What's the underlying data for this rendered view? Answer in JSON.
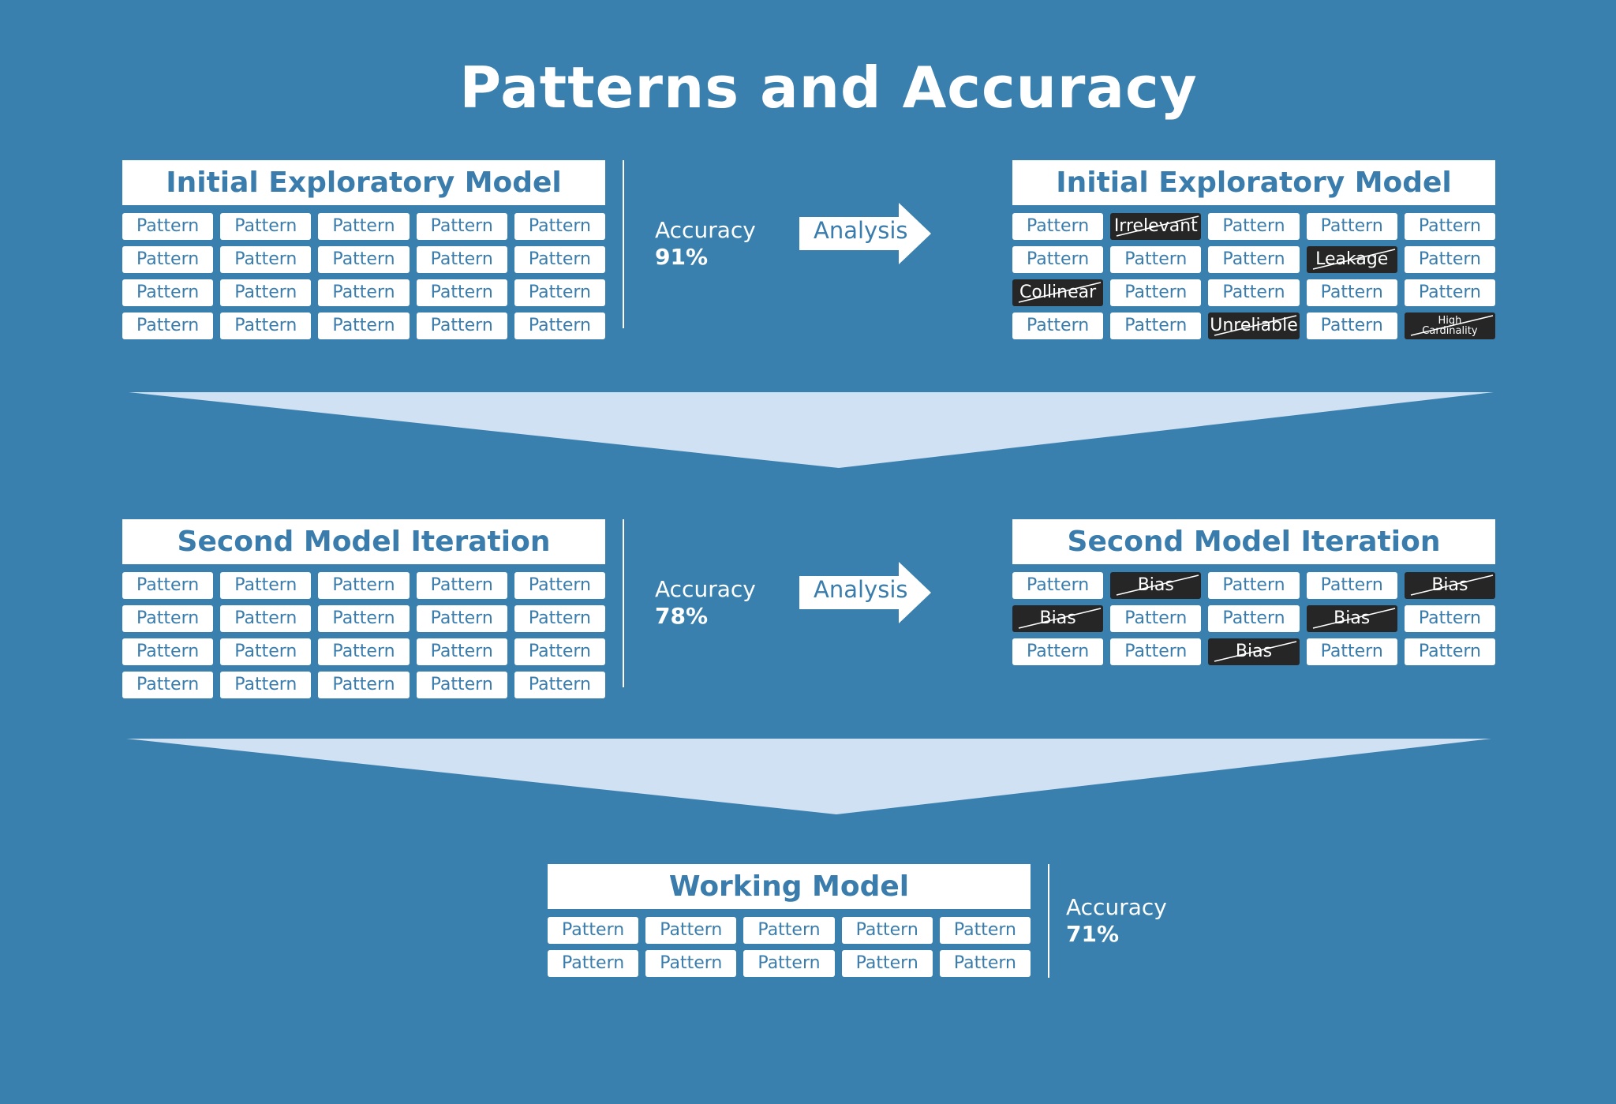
{
  "title": "Patterns and Accuracy",
  "colors": {
    "background": "#3980AE",
    "panel": "#FFFFFF",
    "text_blue": "#3A7DAD",
    "flagged": "#262626",
    "funnel": "#D0E1F3"
  },
  "rows": [
    {
      "left": {
        "title": "Initial Exploratory Model",
        "grid": [
          [
            "Pattern",
            "Pattern",
            "Pattern",
            "Pattern",
            "Pattern"
          ],
          [
            "Pattern",
            "Pattern",
            "Pattern",
            "Pattern",
            "Pattern"
          ],
          [
            "Pattern",
            "Pattern",
            "Pattern",
            "Pattern",
            "Pattern"
          ],
          [
            "Pattern",
            "Pattern",
            "Pattern",
            "Pattern",
            "Pattern"
          ]
        ]
      },
      "accuracy_label": "Accuracy",
      "accuracy_value": "91%",
      "arrow_label": "Analysis",
      "right": {
        "title": "Initial Exploratory Model",
        "grid": [
          [
            {
              "t": "Pattern"
            },
            {
              "t": "Irrelevant",
              "bad": true
            },
            {
              "t": "Pattern"
            },
            {
              "t": "Pattern"
            },
            {
              "t": "Pattern"
            }
          ],
          [
            {
              "t": "Pattern"
            },
            {
              "t": "Pattern"
            },
            {
              "t": "Pattern"
            },
            {
              "t": "Leakage",
              "bad": true
            },
            {
              "t": "Pattern"
            }
          ],
          [
            {
              "t": "Collinear",
              "bad": true
            },
            {
              "t": "Pattern"
            },
            {
              "t": "Pattern"
            },
            {
              "t": "Pattern"
            },
            {
              "t": "Pattern"
            }
          ],
          [
            {
              "t": "Pattern"
            },
            {
              "t": "Pattern"
            },
            {
              "t": "Unreliable",
              "bad": true
            },
            {
              "t": "Pattern"
            },
            {
              "t": "High Cardinality",
              "bad": true,
              "small": true
            }
          ]
        ]
      }
    },
    {
      "left": {
        "title": "Second Model Iteration",
        "grid": [
          [
            "Pattern",
            "Pattern",
            "Pattern",
            "Pattern",
            "Pattern"
          ],
          [
            "Pattern",
            "Pattern",
            "Pattern",
            "Pattern",
            "Pattern"
          ],
          [
            "Pattern",
            "Pattern",
            "Pattern",
            "Pattern",
            "Pattern"
          ],
          [
            "Pattern",
            "Pattern",
            "Pattern",
            "Pattern",
            "Pattern"
          ]
        ]
      },
      "accuracy_label": "Accuracy",
      "accuracy_value": "78%",
      "arrow_label": "Analysis",
      "right": {
        "title": "Second Model Iteration",
        "grid": [
          [
            {
              "t": "Pattern"
            },
            {
              "t": "Bias",
              "bad": true
            },
            {
              "t": "Pattern"
            },
            {
              "t": "Pattern"
            },
            {
              "t": "Bias",
              "bad": true
            }
          ],
          [
            {
              "t": "Bias",
              "bad": true
            },
            {
              "t": "Pattern"
            },
            {
              "t": "Pattern"
            },
            {
              "t": "Bias",
              "bad": true
            },
            {
              "t": "Pattern"
            }
          ],
          [
            {
              "t": "Pattern"
            },
            {
              "t": "Pattern"
            },
            {
              "t": "Bias",
              "bad": true
            },
            {
              "t": "Pattern"
            },
            {
              "t": "Pattern"
            }
          ]
        ]
      }
    }
  ],
  "final": {
    "title": "Working Model",
    "grid": [
      [
        "Pattern",
        "Pattern",
        "Pattern",
        "Pattern",
        "Pattern"
      ],
      [
        "Pattern",
        "Pattern",
        "Pattern",
        "Pattern",
        "Pattern"
      ]
    ],
    "accuracy_label": "Accuracy",
    "accuracy_value": "71%"
  }
}
